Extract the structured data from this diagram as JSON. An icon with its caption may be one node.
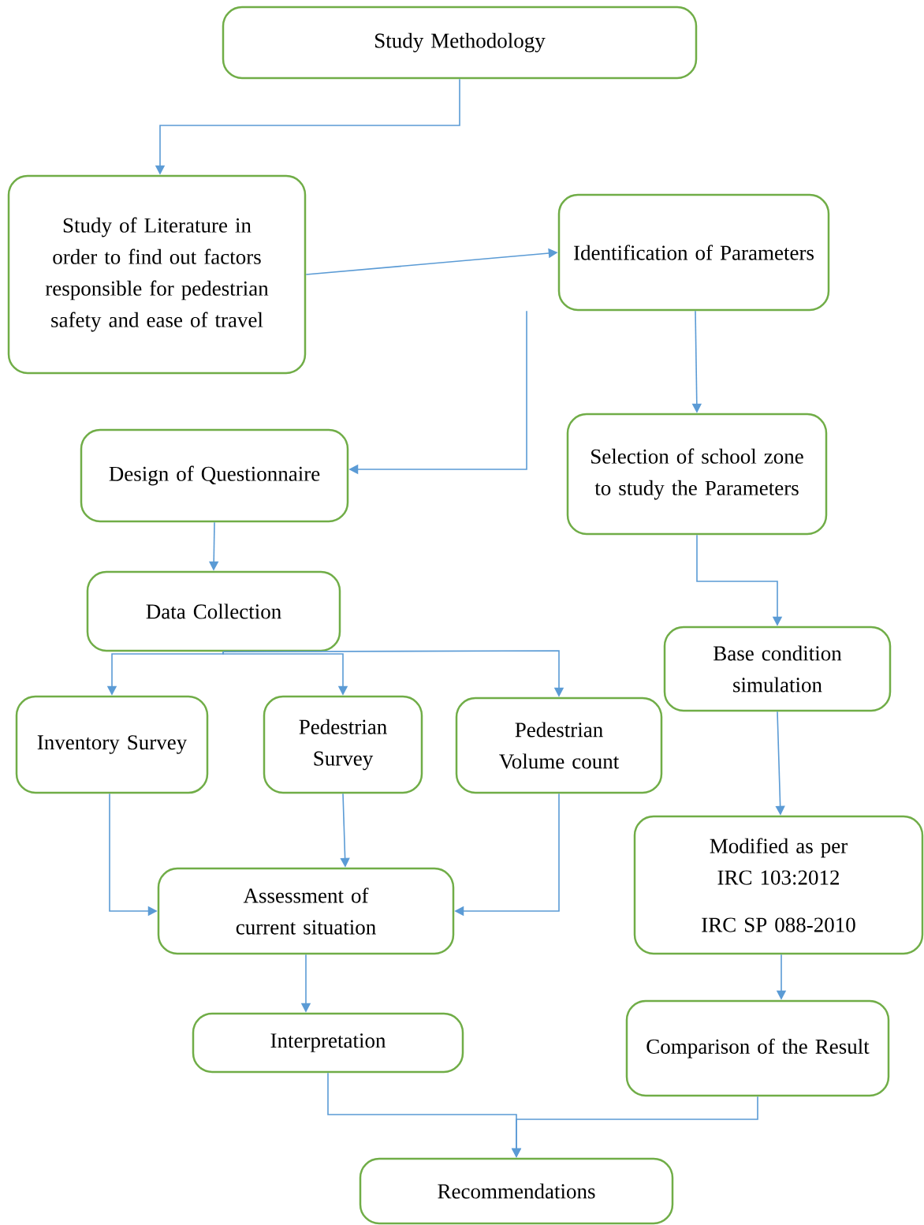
{
  "diagram": {
    "nodes": [
      {
        "text": [
          "Study Methodology"
        ]
      },
      {
        "text": [
          "Study of Literature in order to find out factors responsible for pedestrian safety and ease of travel"
        ]
      },
      {
        "text": [
          "Identification of Parameters"
        ]
      },
      {
        "text": [
          "Design of Questionnaire"
        ]
      },
      {
        "text": [
          "Selection of school zone to study the Parameters"
        ]
      },
      {
        "text": [
          "Data Collection"
        ]
      },
      {
        "text": [
          "Base condition simulation"
        ]
      },
      {
        "text": [
          "Inventory Survey"
        ]
      },
      {
        "text": [
          "Pedestrian Survey"
        ]
      },
      {
        "text": [
          "Pedestrian Volume count"
        ]
      },
      {
        "text": [
          "Modified as per IRC 103:2012",
          "IRC SP 088-2010"
        ]
      },
      {
        "text": [
          "Assessment of current situation"
        ]
      },
      {
        "text": [
          "Comparison of the Result"
        ]
      },
      {
        "text": [
          "Interpretation"
        ]
      },
      {
        "text": [
          "Recommendations"
        ]
      }
    ],
    "edges": [
      {
        "from": 0,
        "to": 1,
        "arrow": "to"
      },
      {
        "from": 1,
        "to": 2,
        "arrow": "to"
      },
      {
        "from": 2,
        "to": 3,
        "arrow": "to"
      },
      {
        "from": 2,
        "to": 4,
        "arrow": "to"
      },
      {
        "from": 3,
        "to": 5,
        "arrow": "to"
      },
      {
        "from": 4,
        "to": 6,
        "arrow": "to"
      },
      {
        "from": 5,
        "to": 7,
        "arrow": "to"
      },
      {
        "from": 5,
        "to": 8,
        "arrow": "to"
      },
      {
        "from": 5,
        "to": 9,
        "arrow": "to"
      },
      {
        "from": 6,
        "to": 10,
        "arrow": "to"
      },
      {
        "from": 7,
        "to": 11,
        "arrow": "to"
      },
      {
        "from": 8,
        "to": 11,
        "arrow": "to"
      },
      {
        "from": 9,
        "to": 11,
        "arrow": "to"
      },
      {
        "from": 10,
        "to": 12,
        "arrow": "to"
      },
      {
        "from": 11,
        "to": 13,
        "arrow": "to"
      },
      {
        "from": 13,
        "to": 14,
        "arrow": "to"
      },
      {
        "from": 12,
        "to": 14,
        "arrow": "to"
      }
    ]
  }
}
